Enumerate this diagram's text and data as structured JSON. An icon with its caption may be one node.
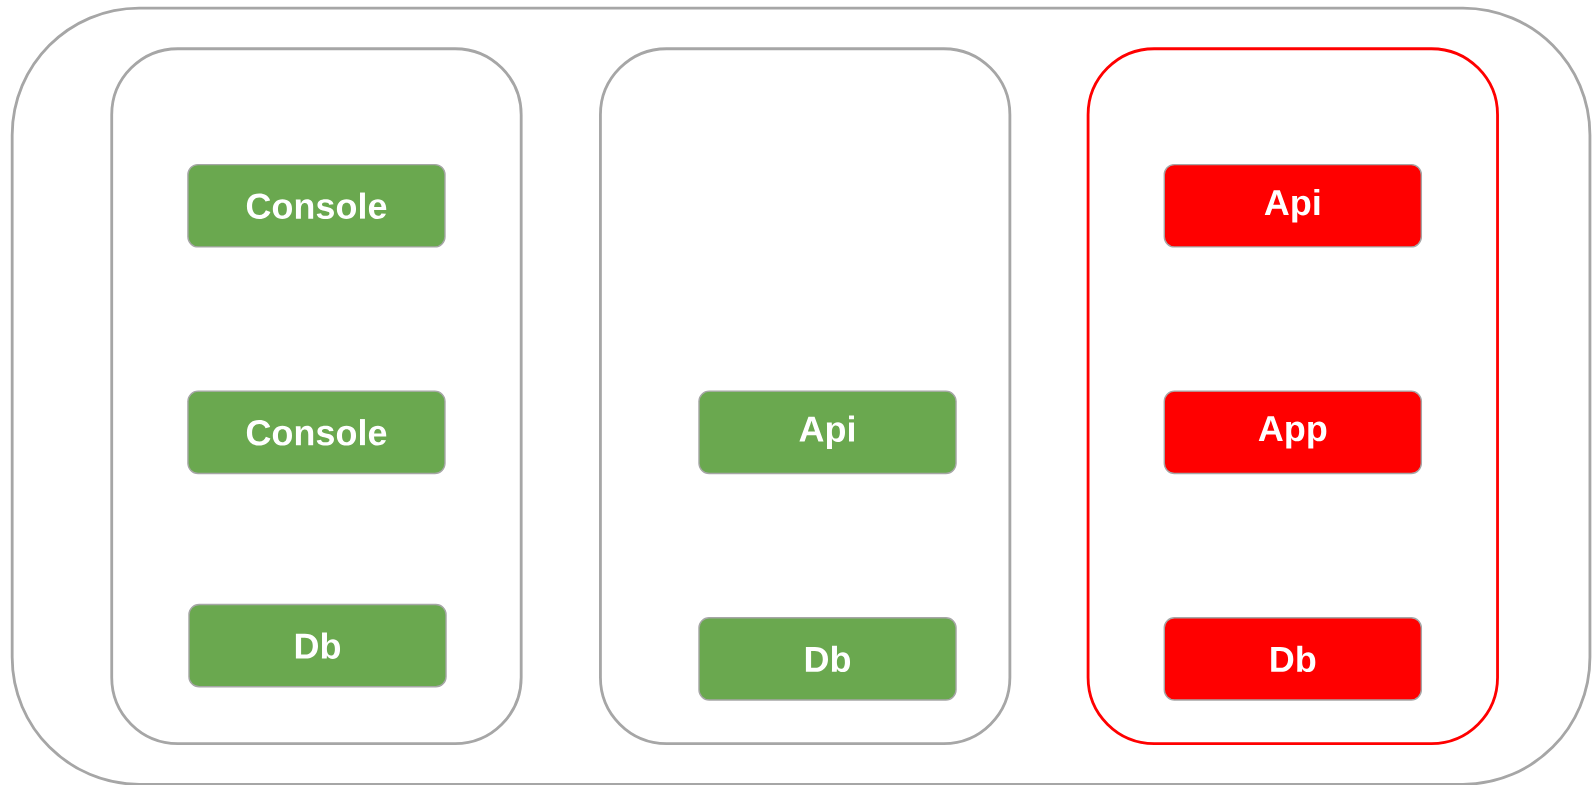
{
  "diagram": {
    "nodes": [
      {
        "text": [],
        "shape": "box"
      },
      {
        "text": [],
        "shape": "box",
        "in": 0
      },
      {
        "text": [
          "Console"
        ],
        "in": 1
      },
      {
        "text": [
          "Console"
        ],
        "in": 1
      },
      {
        "text": [
          "Db"
        ],
        "in": 1
      },
      {
        "text": [],
        "shape": "box",
        "in": 0
      },
      {
        "text": [
          "Api"
        ],
        "in": 5
      },
      {
        "text": [
          "Db"
        ],
        "in": 5
      },
      {
        "text": [],
        "shape": "box",
        "in": 0
      },
      {
        "text": [
          "Api"
        ],
        "in": 8
      },
      {
        "text": [
          "App"
        ],
        "in": 8
      },
      {
        "text": [
          "Db"
        ],
        "in": 8
      }
    ]
  }
}
